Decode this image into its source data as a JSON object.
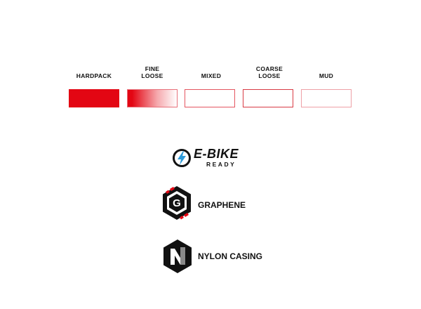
{
  "terrain": {
    "items": [
      {
        "label": "HARDPACK",
        "level": 1.0
      },
      {
        "label": "FINE\nLOOSE",
        "level": 0.6
      },
      {
        "label": "MIXED",
        "level": 0.0
      },
      {
        "label": "COARSE\nLOOSE",
        "level": 0.0
      },
      {
        "label": "MUD",
        "level": 0.0
      }
    ],
    "accent_color": "#e30613",
    "outline_colors": [
      "#e30613",
      "#e8707a",
      "#e45560",
      "#d83a44",
      "#eea0a6"
    ]
  },
  "badges": {
    "ebike": {
      "title": "E-BIKE",
      "subtitle": "READY",
      "icon": "lightning-bolt-icon",
      "accent_color": "#2f9ad8"
    },
    "graphene": {
      "label": "GRAPHENE",
      "icon": "graphene-hexagon-icon",
      "letter": "G",
      "accent_color": "#e30613"
    },
    "nylon": {
      "label": "NYLON CASING",
      "icon": "nylon-hexagon-icon",
      "letter": "N",
      "accent_color": "#8a8a8a"
    }
  }
}
